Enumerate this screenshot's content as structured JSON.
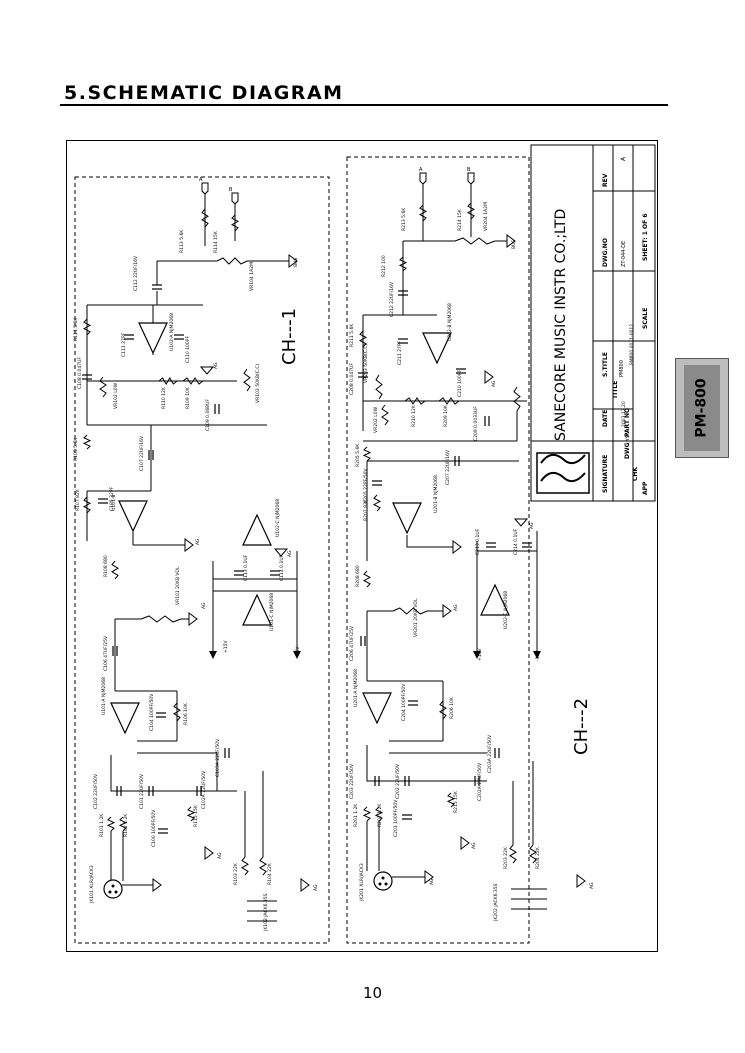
{
  "heading": "5.SCHEMATIC DIAGRAM",
  "page_number": "10",
  "side_tab": "PM-800",
  "title_block": {
    "company": "SANECORE MUSIC INSTR CO.;LTD",
    "rev_label": "REV",
    "rev_value": "A",
    "dwg_no_label": "DWG.NO",
    "dwg_no_value": "ZT-044-DE",
    "sheet_label": "SHEET: 1 OF 6",
    "s_title_label": "S.TITLE",
    "s_title_value": "PM800",
    "title_label": "TITLE",
    "title_value": "PM800.0011-0012",
    "scale_label": "SCALE",
    "part_no_label": "PART NO",
    "signature_label": "SIGNATURE",
    "date_label": "DATE",
    "date_value": "2003.12.20",
    "dwg_label": "DWG",
    "dwg_value": "YSK",
    "chk_label": "CHK",
    "app_label": "APP"
  },
  "channels": {
    "ch1": "CH---1",
    "ch2": "CH---2"
  },
  "labels": {
    "ch1": [
      {
        "id": "r113",
        "t": "R113 5.6K"
      },
      {
        "id": "r114",
        "t": "R114 15K"
      },
      {
        "id": "c112",
        "t": "C112 22UF/16V"
      },
      {
        "id": "vr104",
        "t": "VR104 1A2M"
      },
      {
        "id": "r111",
        "t": "R111 5.6K"
      },
      {
        "id": "c111",
        "t": "C111 27PF"
      },
      {
        "id": "u102a",
        "t": "U102-A NJM2068"
      },
      {
        "id": "c110",
        "t": "C110 100PF"
      },
      {
        "id": "vr103",
        "t": "VR103 50KB(C.C)"
      },
      {
        "id": "c109",
        "t": "C109 0.068UF"
      },
      {
        "id": "r110",
        "t": "R110 12K"
      },
      {
        "id": "r109",
        "t": "R109 10K"
      },
      {
        "id": "vr102",
        "t": "VR102 L0W"
      },
      {
        "id": "c108",
        "t": "C108 0.047UF"
      },
      {
        "id": "r105",
        "t": "R105 5.6K"
      },
      {
        "id": "c107",
        "t": "C107 22UF/16V"
      },
      {
        "id": "r107",
        "t": "R107 82K"
      },
      {
        "id": "c105",
        "t": "C105 22PF"
      },
      {
        "id": "u101b",
        "t": "U101-B"
      },
      {
        "id": "u102c",
        "t": "U102-C NJM2068"
      },
      {
        "id": "c113",
        "t": "C113 0.1UF"
      },
      {
        "id": "c114",
        "t": "C114 0.1UF"
      },
      {
        "id": "u101c",
        "t": "U101-C NJM2068"
      },
      {
        "id": "r108",
        "t": "R108 680"
      },
      {
        "id": "vr101",
        "t": "VR101 20KB VOL"
      },
      {
        "id": "c106",
        "t": "C106 47UF/25V"
      },
      {
        "id": "u101a",
        "t": "U101-A NJM2068"
      },
      {
        "id": "c104",
        "t": "C104 100PF/50V"
      },
      {
        "id": "r106",
        "t": "R106 10K"
      },
      {
        "id": "c103",
        "t": "C103A 22UF/50V"
      },
      {
        "id": "c102",
        "t": "C102 22UF/50V"
      },
      {
        "id": "c101",
        "t": "C101 22UF/50V"
      },
      {
        "id": "r101",
        "t": "R101 1.2K"
      },
      {
        "id": "r102",
        "t": "R102 1.2K"
      },
      {
        "id": "c100",
        "t": "C100 100PF/50V"
      },
      {
        "id": "r115",
        "t": "R115 15K"
      },
      {
        "id": "c102a",
        "t": "C102A 22UF/50V"
      },
      {
        "id": "r103",
        "t": "R103 22K"
      },
      {
        "id": "r104",
        "t": "R104 22K"
      },
      {
        "id": "jk101",
        "t": "JK101 XLR/JACK3"
      },
      {
        "id": "jk102",
        "t": "JK102 JACK6.35S"
      }
    ],
    "ch2": [
      {
        "id": "r213",
        "t": "R213 5.6K"
      },
      {
        "id": "r214",
        "t": "R214 15K"
      },
      {
        "id": "vr204",
        "t": "VR204 1A2M"
      },
      {
        "id": "r212",
        "t": "R212 100"
      },
      {
        "id": "c212",
        "t": "C212 22UF/16V"
      },
      {
        "id": "r211",
        "t": "R211 5.6K"
      },
      {
        "id": "c211",
        "t": "C211 27PF"
      },
      {
        "id": "u202b",
        "t": "U202-B NJM2068"
      },
      {
        "id": "c210",
        "t": "C210 100PF"
      },
      {
        "id": "vr203",
        "t": "VR203 50KB(C.C)"
      },
      {
        "id": "c208",
        "t": "C208 0.047UF"
      },
      {
        "id": "vr202",
        "t": "VR202 L0W"
      },
      {
        "id": "r210",
        "t": "R210 12K"
      },
      {
        "id": "r209",
        "t": "R209 10K"
      },
      {
        "id": "c209",
        "t": "C209 0.0033UF"
      },
      {
        "id": "r205",
        "t": "R205 5.6K"
      },
      {
        "id": "c207",
        "t": "C207 22UF/16V"
      },
      {
        "id": "r207",
        "t": "R207 82K"
      },
      {
        "id": "c205",
        "t": "C205 22PF/50V"
      },
      {
        "id": "u201b",
        "t": "U201-B NJM2068"
      },
      {
        "id": "c213",
        "t": "C213 0.1UF"
      },
      {
        "id": "c214",
        "t": "C214 0.1UF"
      },
      {
        "id": "u202c",
        "t": "U202-C NJM2068"
      },
      {
        "id": "r208",
        "t": "R208 680"
      },
      {
        "id": "vr201",
        "t": "VR201 20KB VOL"
      },
      {
        "id": "c206",
        "t": "C206 47UF/25V"
      },
      {
        "id": "u201a",
        "t": "U201-A NJM2068"
      },
      {
        "id": "c204",
        "t": "C204 100PF/50V"
      },
      {
        "id": "r206",
        "t": "R206 10K"
      },
      {
        "id": "c203a",
        "t": "C203A 22UF/50V"
      },
      {
        "id": "c203",
        "t": "C203 22UF/50V"
      },
      {
        "id": "c202",
        "t": "C202 22UF/50V"
      },
      {
        "id": "r201",
        "t": "R201 1.2K"
      },
      {
        "id": "r202",
        "t": "R202 1.2K"
      },
      {
        "id": "c201",
        "t": "C201 100PF/50V"
      },
      {
        "id": "r215",
        "t": "R215 15K"
      },
      {
        "id": "c202a",
        "t": "C202A 22UF/50V"
      },
      {
        "id": "r203",
        "t": "R203 22K"
      },
      {
        "id": "r204",
        "t": "R204 22K"
      },
      {
        "id": "jk201",
        "t": "JK201 XLR/JACK3"
      },
      {
        "id": "jk202",
        "t": "JK202 JACK6.35S"
      }
    ]
  },
  "nets": {
    "ag": "AG",
    "bus": "BUS",
    "a": "A",
    "b": "B",
    "plus15": "+15V",
    "minus15": "-15V"
  }
}
